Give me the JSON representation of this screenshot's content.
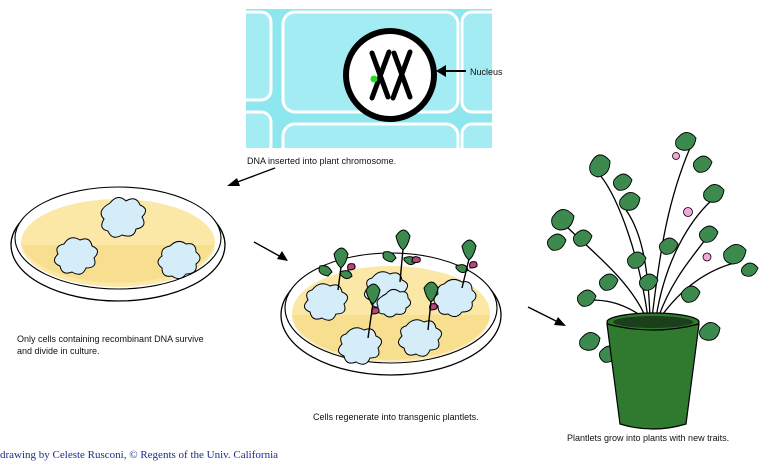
{
  "labels": {
    "nucleus": "Nucleus",
    "step1": "DNA inserted into plant chromosome.",
    "step2_line1": "Only cells containing recombinant DNA survive",
    "step2_line2": "and divide in culture.",
    "step3": "Cells regenerate into transgenic plantlets.",
    "step4": "Plantlets grow into plants with new traits."
  },
  "credit": "drawing by Celeste Rusconi, © Regents of the Univ. California",
  "colors": {
    "cell_bg": "#8ee6ee",
    "cell_interior": "#9be8f2",
    "agar": "#fbe8a6",
    "callus": "#cfe9f8",
    "leaf": "#3d8a4f",
    "pot": "#2f7a2f",
    "flower": "#f2a7d6",
    "credit_text": "#1f2a8c"
  }
}
